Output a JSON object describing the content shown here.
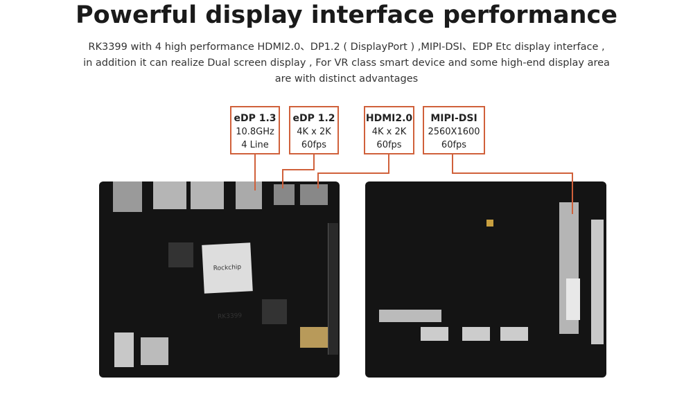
{
  "title": "Powerful display interface performance",
  "description": "RK3399 with 4 high performance HDMI2.0、DP1.2 ( DisplayPort ) ,MIPI-DSI、EDP Etc display interface , in addition it can realize Dual screen display ,  For VR class  smart device and some high-end display area are with distinct advantages",
  "callouts": [
    {
      "name": "eDP 1.3",
      "line1": "10.8GHz",
      "line2": "4 Line"
    },
    {
      "name": "eDP 1.2",
      "line1": "4K x 2K",
      "line2": "60fps"
    },
    {
      "name": "HDMI2.0",
      "line1": "4K x 2K",
      "line2": "60fps"
    },
    {
      "name": "MIPI-DSI",
      "line1": "2560X1600",
      "line2": "60fps"
    }
  ],
  "chip_label": "Rockchip RK3399",
  "colors": {
    "accent": "#d0603a",
    "board": "#141414"
  }
}
